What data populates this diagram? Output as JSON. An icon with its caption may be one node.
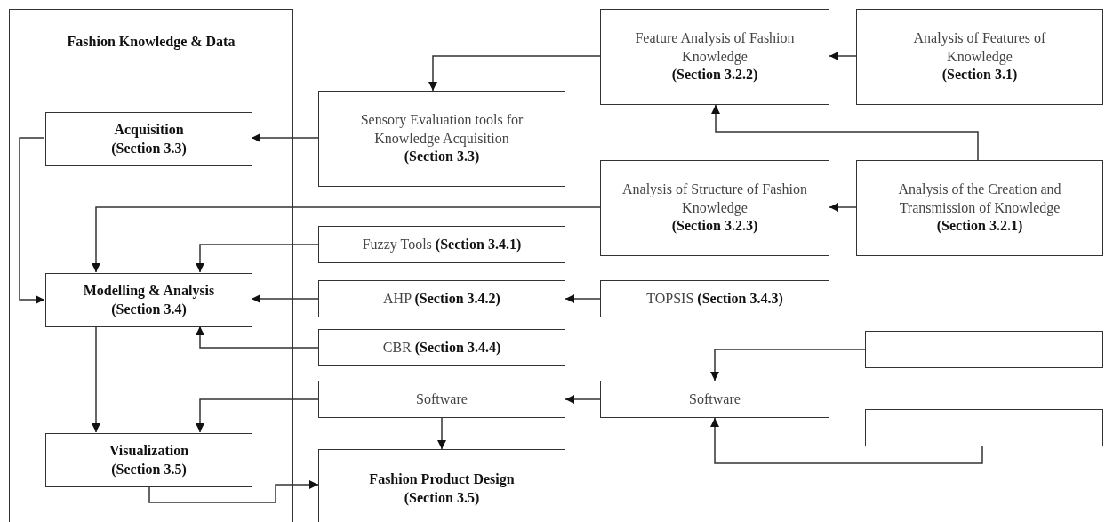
{
  "diagram": {
    "nodes": [
      {
        "text": [
          "Fashion Knowledge & Data"
        ]
      },
      {
        "text": [
          "Acquisition",
          "(Section 3.3)"
        ],
        "in": 0
      },
      {
        "text": [
          "Modelling & Analysis",
          "(Section 3.4)"
        ],
        "in": 0
      },
      {
        "text": [
          "Visualization",
          "(Section 3.5)"
        ],
        "in": 0
      },
      {
        "text": [
          "Sensory Evaluation tools for Knowledge Acquisition",
          "(Section 3.3)"
        ]
      },
      {
        "text": [
          "Feature Analysis of Fashion Knowledge",
          "(Section 3.2.2)"
        ]
      },
      {
        "text": [
          "Analysis of Features of Knowledge",
          "(Section 3.1)"
        ]
      },
      {
        "text": [
          "Analysis of Structure of Fashion Knowledge",
          "(Section 3.2.3)"
        ]
      },
      {
        "text": [
          "Analysis of the Creation and Transmission of Knowledge",
          "(Section 3.2.1)"
        ]
      },
      {
        "text": [
          "Fuzzy Tools **(Section 3.4.1)**"
        ]
      },
      {
        "text": [
          "AHP **(Section 3.4.2)**"
        ]
      },
      {
        "text": [
          "TOPSIS **(Section 3.4.3)**"
        ]
      },
      {
        "text": [
          "CBR **(Section 3.4.4)**"
        ]
      },
      {
        "text": [
          "Software"
        ]
      },
      {
        "text": [
          "Software"
        ]
      },
      {
        "text": [],
        "shape": "box"
      },
      {
        "text": [],
        "shape": "box"
      },
      {
        "text": [
          "Fashion Product Design",
          "(Section 3.5)"
        ]
      }
    ],
    "edges": [
      {
        "from": 5,
        "to": 4,
        "arrow": "to"
      },
      {
        "from": 6,
        "to": 5,
        "arrow": "to"
      },
      {
        "from": 8,
        "to": 5,
        "arrow": "to"
      },
      {
        "from": 4,
        "to": 1,
        "arrow": "to"
      },
      {
        "from": 8,
        "to": 7,
        "arrow": "to"
      },
      {
        "from": 7,
        "to": 2,
        "arrow": "to"
      },
      {
        "from": 1,
        "to": 2,
        "arrow": "to"
      },
      {
        "from": 9,
        "to": 2,
        "arrow": "to"
      },
      {
        "from": 10,
        "to": 2,
        "arrow": "to"
      },
      {
        "from": 11,
        "to": 10,
        "arrow": "to"
      },
      {
        "from": 12,
        "to": 2,
        "arrow": "to"
      },
      {
        "from": 2,
        "to": 3,
        "arrow": "to"
      },
      {
        "from": 13,
        "to": 3,
        "arrow": "to"
      },
      {
        "from": 13,
        "to": 17,
        "arrow": "to"
      },
      {
        "from": 14,
        "to": 13,
        "arrow": "to"
      },
      {
        "from": 15,
        "to": 14,
        "arrow": "to"
      },
      {
        "from": 16,
        "to": 14,
        "arrow": "to"
      },
      {
        "from": 3,
        "to": 17,
        "arrow": "to"
      }
    ]
  }
}
